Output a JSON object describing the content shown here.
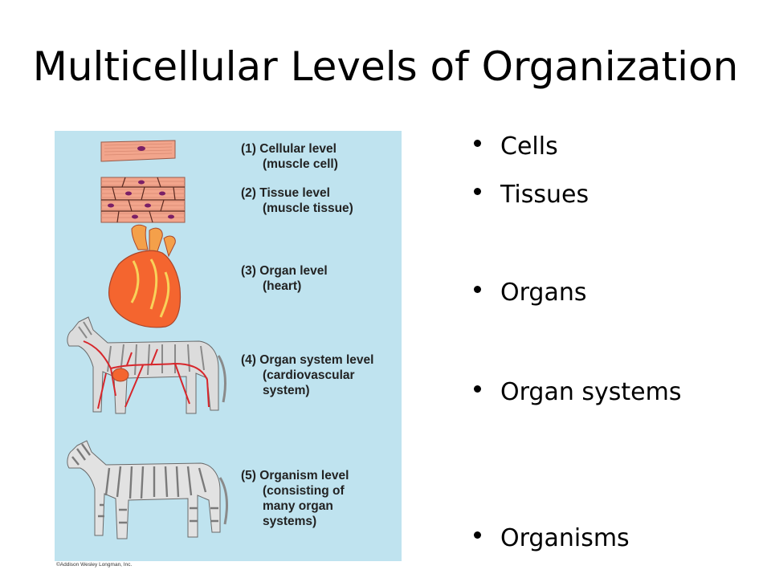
{
  "slide": {
    "title": "Multicellular Levels of Organization",
    "figure": {
      "labels": [
        {
          "number": "(1)",
          "line1": "Cellular level",
          "line2": "(muscle cell)"
        },
        {
          "number": "(2)",
          "line1": "Tissue level",
          "line2": "(muscle tissue)"
        },
        {
          "number": "(3)",
          "line1": "Organ level",
          "line2": "(heart)"
        },
        {
          "number": "(4)",
          "line1": "Organ system level",
          "line2": "(cardiovascular",
          "line3": "system)"
        },
        {
          "number": "(5)",
          "line1": "Organism level",
          "line2": "(consisting of",
          "line3": "many organ",
          "line4": "systems)"
        }
      ],
      "credit": "©Addison Wesley Longman, Inc.",
      "colors": {
        "panel": "#bfe3ef",
        "muscle": "#f2a58c",
        "nucleus": "#7a1f66",
        "heart": "#f4652f",
        "vessel": "#d7262b"
      }
    },
    "bullets": [
      "Cells",
      "Tissues",
      "Organs",
      "Organ systems",
      "Organisms"
    ]
  }
}
